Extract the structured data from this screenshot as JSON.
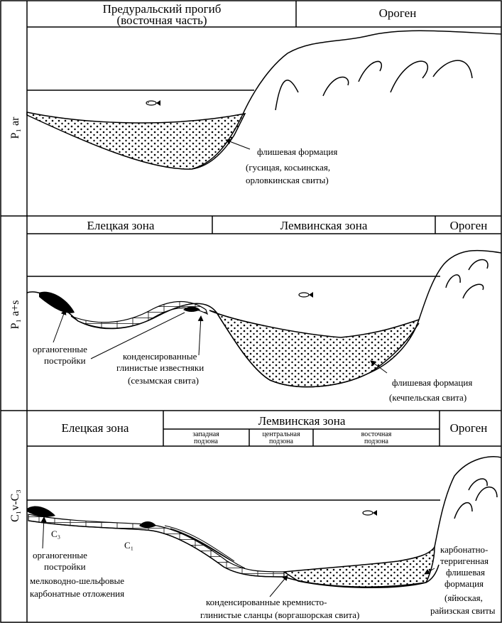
{
  "panel1": {
    "age": "P₁ ar",
    "header_left": [
      "Предуральский прогиб",
      "(восточная часть)"
    ],
    "header_right": "Ороген",
    "flysch_label": "флишевая формация",
    "flysch_suites": [
      "(гусицая, косьинская,",
      "орловкинская свиты)"
    ]
  },
  "panel2": {
    "age": "P₁ a+s",
    "zones": [
      "Елецкая зона",
      "Лемвинская зона",
      "Ороген"
    ],
    "organogenic_label": [
      "органогенные",
      "постройки"
    ],
    "condensed_label": [
      "конденсированные",
      "глинистые известняки",
      "(сезымская свита)"
    ],
    "flysch_label": "флишевая формация",
    "flysch_suite": "(кечпельская свита)"
  },
  "panel3": {
    "age": "C₁v-C₃",
    "zones": [
      "Елецкая зона",
      "Лемвинская зона",
      "Ороген"
    ],
    "subzones": [
      [
        "западная",
        "подзона"
      ],
      [
        "центральная",
        "подзона"
      ],
      [
        "восточная",
        "подзона"
      ]
    ],
    "label_c3": "C₃",
    "label_c1": "C₁",
    "organogenic_label": [
      "органогенные",
      "постройки"
    ],
    "shelf_label": [
      "мелководно-шельфовые",
      "карбонатные отложения"
    ],
    "condensed_label": [
      "конденсированные кремнисто-",
      "глинистые сланцы (воргашорская свита)"
    ],
    "flysch_label": [
      "карбонатно-",
      "терригенная",
      "флишевая",
      "формация"
    ],
    "flysch_suite": [
      "(яйюская,",
      "райизская свиты"
    ]
  },
  "icons": [
    "fish-icon",
    "fold-icon",
    "arrow-icon",
    "dotted-sediment",
    "limestone-bricks"
  ]
}
